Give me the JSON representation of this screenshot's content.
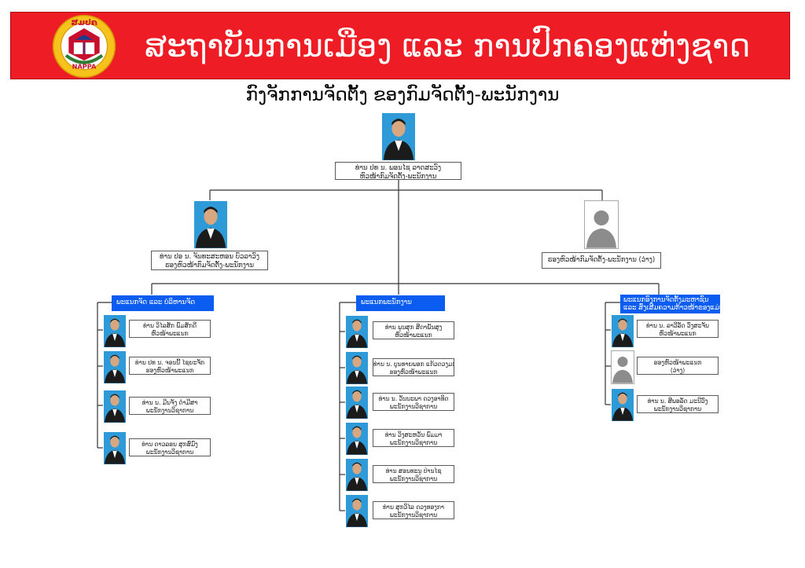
{
  "banner": {
    "title": "ສະຖາບັນການເມືອງ ແລະ ການປົກຄອງແຫ່ງຊາດ",
    "logo_top_text": "ສມປຄ",
    "logo_bottom_text": "NAPPA",
    "background": "#ee1c25"
  },
  "chart_title": "ກົງຈັກການຈັດຕັ້ງ ຂອງກົມຈັດຕັ້ງ-ພະນັກງານ",
  "colors": {
    "header_blue": "#0b5cf0",
    "photo_blue": "#2e9bd8",
    "line": "#333333"
  },
  "director": {
    "name": "ທ່ານ ປທ ນ. ພອນໄຊ ລາດສະວົງ",
    "title": "ຫົວໜ້າກົມຈັດຕັ້ງ-ພະນັກງານ"
  },
  "deputies": [
    {
      "name": "ທ່ານ ປອ ນ. ຈັນທະສະຫອນ ບົວລາວົງ",
      "title": "ຮອງຫົວໜ້າກົມຈັດຕັ້ງ-ພະນັກງານ"
    },
    {
      "name": "ຮອງຫົວໜ້າກົມຈັດຕັ້ງ-ພະນັກງານ (ວ່າງ)"
    }
  ],
  "divisions": [
    {
      "header": [
        "ພະແນກຈັດ ແລະ ບໍລິຫານຈັດ"
      ],
      "members": [
        {
          "name": "ທ່ານ ວິໄລສັກ ພົມສັກດີ",
          "title": "ຫົວໜ້າພະແນກ"
        },
        {
          "name": "ທ່ານ ປທ ນ. ຈອນນີ້ ໄຊຍະຈັກ",
          "title": "ຮອງຫົວໜ້າພະແນກ"
        },
        {
          "name": "ທ່ານ ນ. ມີນຈັງ ດຳມີສາ",
          "title": "ພະນັກງານວິຊາການ"
        },
        {
          "name": "ທ່ານ ດາວລອນ ສຸກສົມົງ",
          "title": "ພະນັກງານວິຊາການ"
        }
      ]
    },
    {
      "header": [
        "ພະແນກພະນັກງານ"
      ],
      "members": [
        {
          "name": "ທ່ານ ພູນສຸກ ສີດາພັນສຸງ",
          "title": "ຫົວໜ້າພະແນກ"
        },
        {
          "name": "ທ່ານ ນ. ບຸນທາຍພອກ ແກ້ວດວງມະລາດ",
          "title": "ຮອງຫົວໜ້າພະແນກ"
        },
        {
          "name": "ທ່ານ ນ. ວັນນະພາ ດວງອາທິດ",
          "title": "ພະນັກງານວິຊາການ"
        },
        {
          "name": "ທ່ານ ວິງສະຫວັນ ພົມມາ",
          "title": "ພະນັກງານວິຊາການ"
        },
        {
          "name": "ທ່ານ ສອນທະນູ ປ່ານໄຊ",
          "title": "ພະນັກງານວິຊາການ"
        },
        {
          "name": "ທ່ານ ສຸກວິໄລ ດວງທອງກາ",
          "title": "ພະນັກງານວິຊາການ"
        }
      ]
    },
    {
      "header": [
        "ພະແນກອົງການຈັດຕັ້ງມະຫາຊົນ",
        "ແລະ ສົ່ງເສີມຄວາມກ້າວໜ້າຂອງແມ່ຍິງ"
      ],
      "members": [
        {
          "name": "ທ່ານ ນ. ລາວີລັດ ວົງສະຈັນ",
          "title": "ຫົວໜ້າພະແນກ"
        },
        {
          "name": "ຮອງຫົວໜ້າພະແນກ",
          "title": "(ວ່າງ)",
          "vacant": true
        },
        {
          "name": "ທ່ານ ນ. ສີພອລັດ ມະນີວົງ",
          "title": "ພະນັກງານວິຊາການ"
        }
      ]
    }
  ]
}
